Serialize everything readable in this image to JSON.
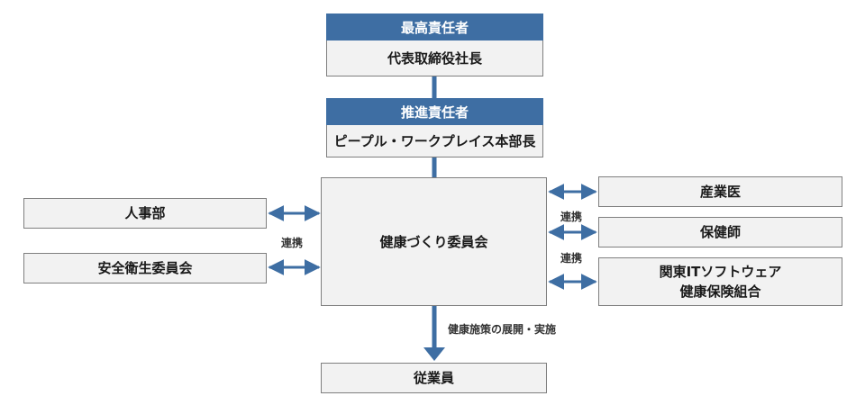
{
  "top": {
    "header": "最高責任者",
    "body": "代表取締役社長"
  },
  "promotion": {
    "header": "推進責任者",
    "body": "ピープル・ワークプレイス本部長"
  },
  "center": "健康づくり委員会",
  "left": {
    "hr": "人事部",
    "safety": "安全衛生委員会",
    "link": "連携"
  },
  "right": {
    "doctor": "産業医",
    "nurse": "保健師",
    "insurance_line1": "関東ITソフトウェア",
    "insurance_line2": "健康保険組合",
    "link1": "連携",
    "link2": "連携"
  },
  "down_label": "健康施策の展開・実施",
  "employees": "従業員",
  "colors": {
    "header": "#3e6ea3",
    "box": "#f2f2f2",
    "border": "#7f7f7f",
    "arrow": "#3e6ea3"
  }
}
